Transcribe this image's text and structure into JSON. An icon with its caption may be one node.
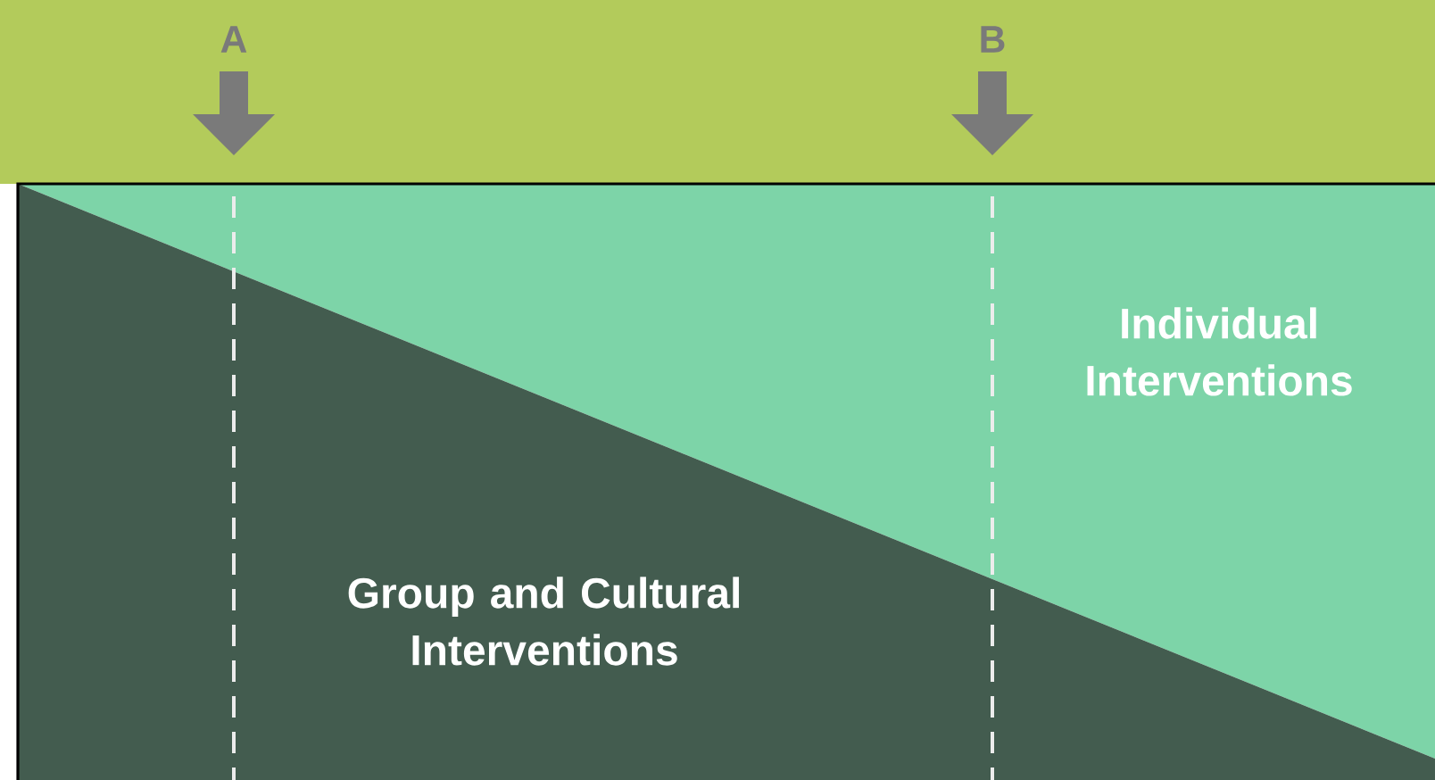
{
  "diagram": {
    "nodes": [
      {
        "text": [
          "Individual Interventions"
        ]
      },
      {
        "text": [
          "Group and Cultural Interventions"
        ]
      }
    ],
    "labels": [
      "A",
      "B"
    ]
  }
}
